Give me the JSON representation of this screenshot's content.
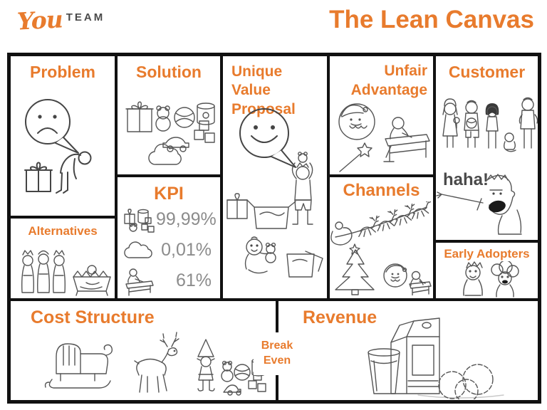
{
  "header": {
    "logo": {
      "script": "You",
      "word": "TEAM"
    },
    "title": "The Lean Canvas"
  },
  "canvas": {
    "problem": {
      "label": "Problem"
    },
    "alternatives": {
      "label": "Alternatives"
    },
    "solution": {
      "label": "Solution"
    },
    "kpi": {
      "label": "KPI",
      "metrics": [
        {
          "icon": "toys-icon",
          "value": "99,99%"
        },
        {
          "icon": "cloud-icon",
          "value": "0,01%"
        },
        {
          "icon": "child-desk-icon",
          "value": "61%"
        }
      ]
    },
    "unique_value_proposal": {
      "label_line1": "Unique Value",
      "label_line2": "Proposal"
    },
    "unfair_advantage": {
      "label_line1": "Unfair",
      "label_line2": "Advantage"
    },
    "channels": {
      "label": "Channels"
    },
    "customer": {
      "label": "Customer",
      "annotation": "haha!"
    },
    "early_adopters": {
      "label": "Early Adopters"
    },
    "cost_structure": {
      "label": "Cost Structure"
    },
    "revenue": {
      "label": "Revenue",
      "break_even": {
        "line1": "Break",
        "line2": "Even"
      }
    }
  },
  "colors": {
    "accent_orange": "#E87B2D",
    "logo_gray": "#4A4A4A",
    "kpi_value_gray": "#8C8C8C",
    "annotation_gray": "#4A4A4A",
    "border_black": "#111111",
    "sketch_ink": "#454545"
  }
}
